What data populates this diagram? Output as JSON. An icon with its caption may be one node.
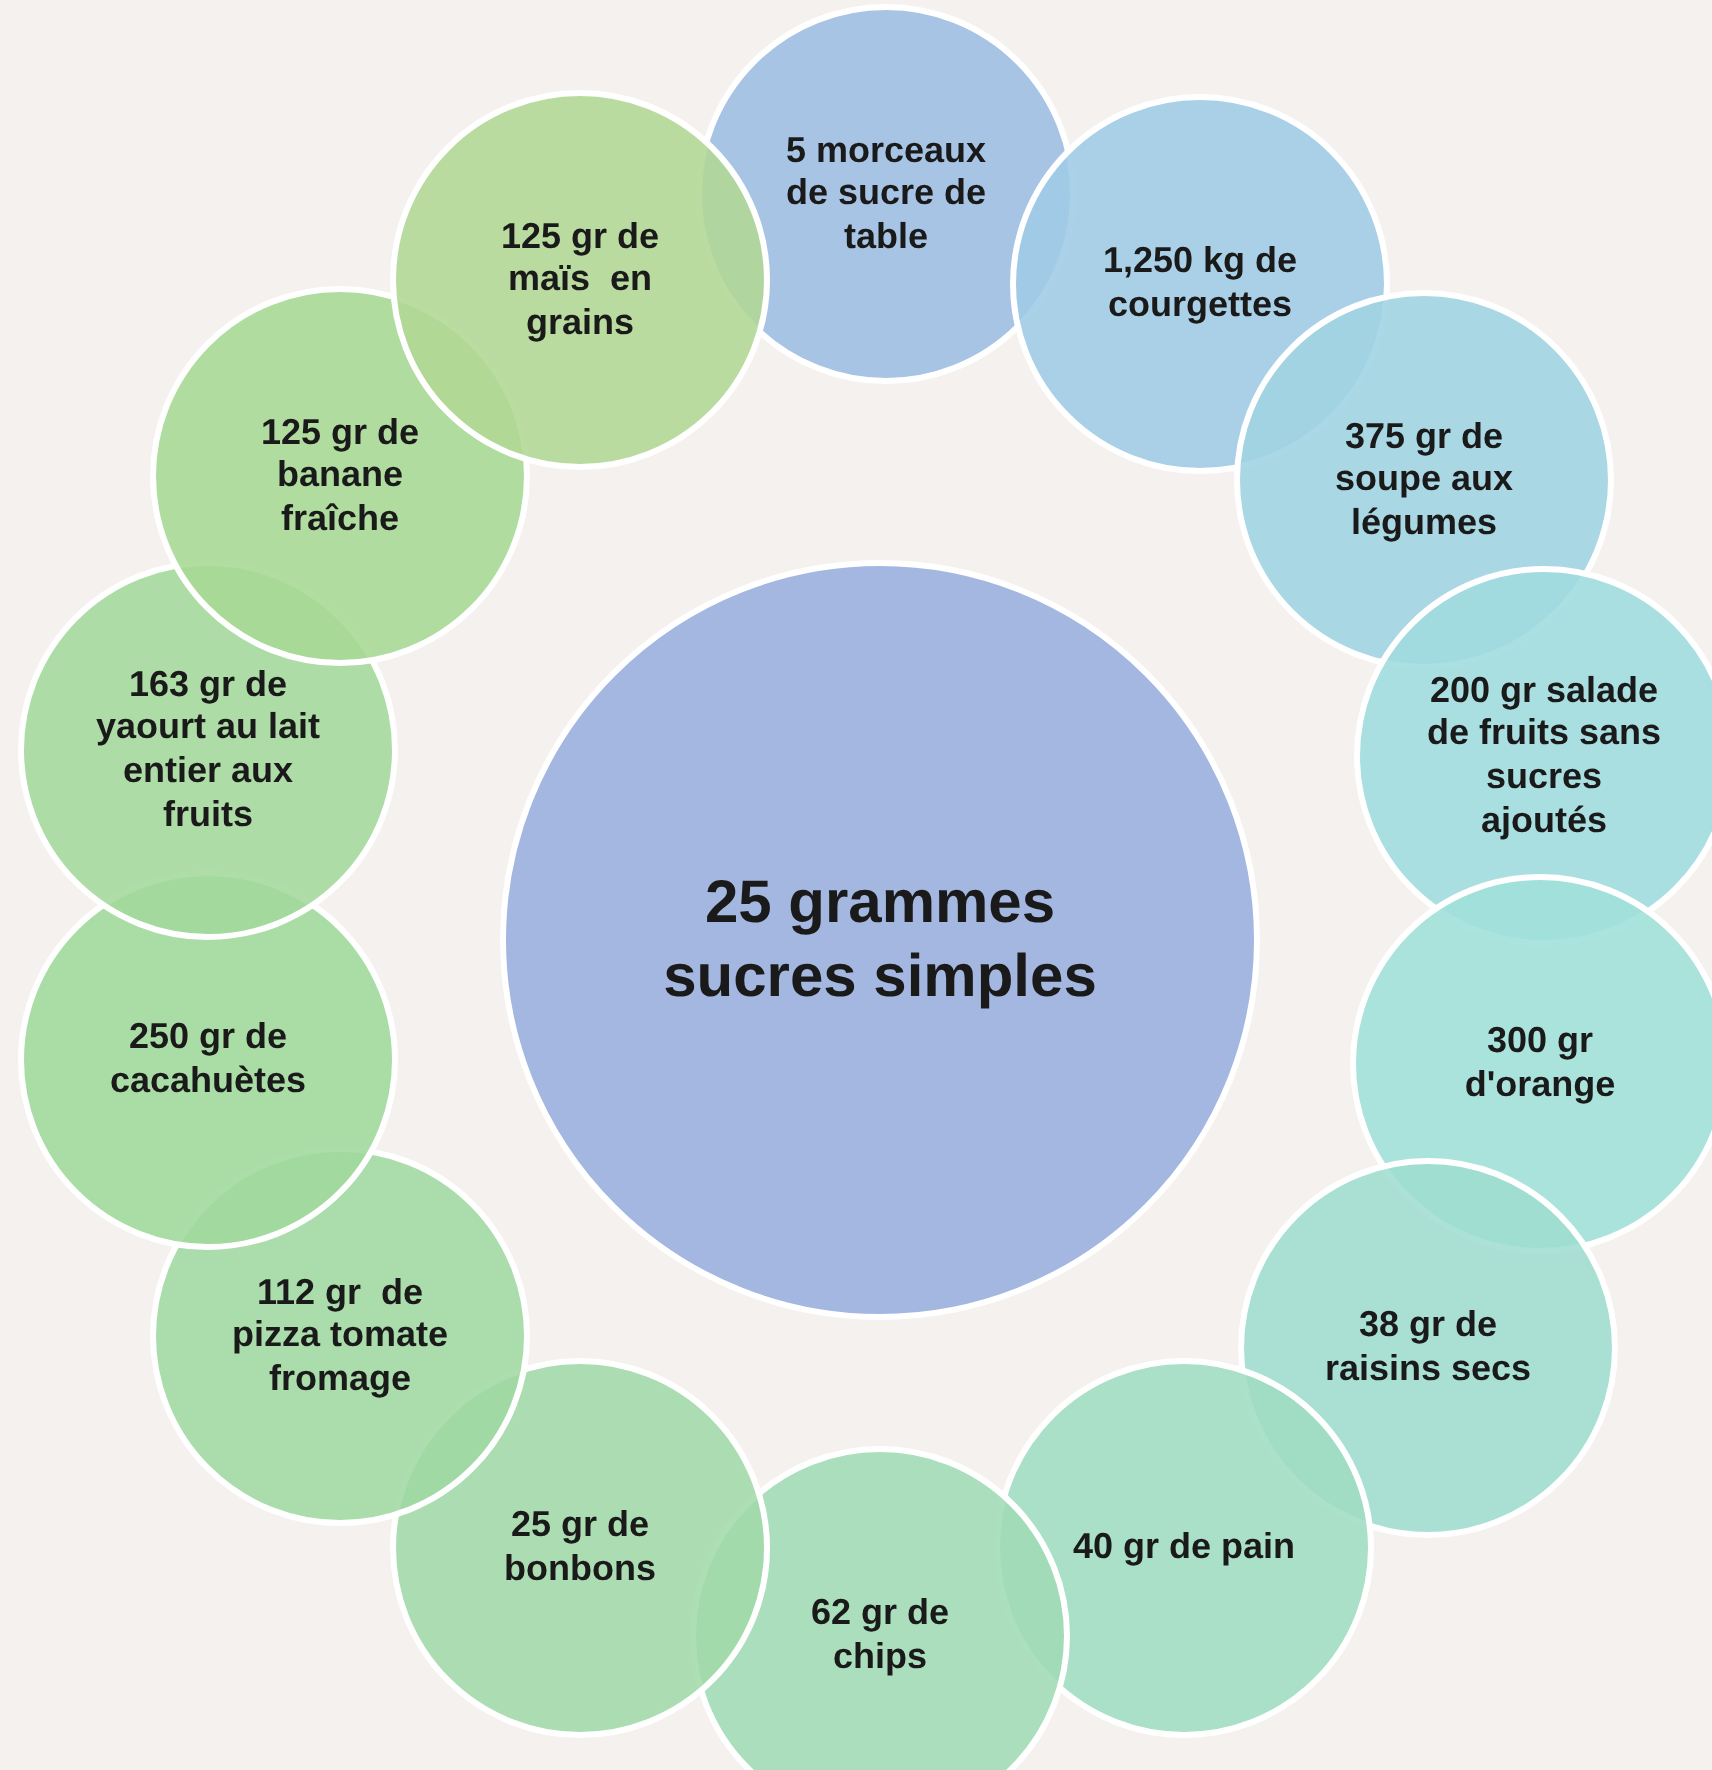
{
  "diagram": {
    "nodes": [
      {
        "text": [
          "25 grammes sucres simples"
        ]
      },
      {
        "text": [
          "5 morceaux de sucre de table"
        ]
      },
      {
        "text": [
          "1,250 kg de courgettes"
        ]
      },
      {
        "text": [
          "375 gr de soupe aux légumes"
        ]
      },
      {
        "text": [
          "200 gr salade de fruits sans sucres ajoutés"
        ]
      },
      {
        "text": [
          "300 gr d'orange"
        ]
      },
      {
        "text": [
          "38 gr de raisins secs"
        ]
      },
      {
        "text": [
          "40 gr de pain"
        ]
      },
      {
        "text": [
          "62 gr de chips"
        ]
      },
      {
        "text": [
          "25 gr de bonbons"
        ]
      },
      {
        "text": [
          "112 gr  de pizza tomate fromage"
        ]
      },
      {
        "text": [
          "250 gr de cacahuètes"
        ]
      },
      {
        "text": [
          "163 gr de yaourt au lait entier aux fruits"
        ]
      },
      {
        "text": [
          "125 gr de banane fraîche"
        ]
      },
      {
        "text": [
          "125 gr de maïs  en grains"
        ]
      }
    ]
  }
}
